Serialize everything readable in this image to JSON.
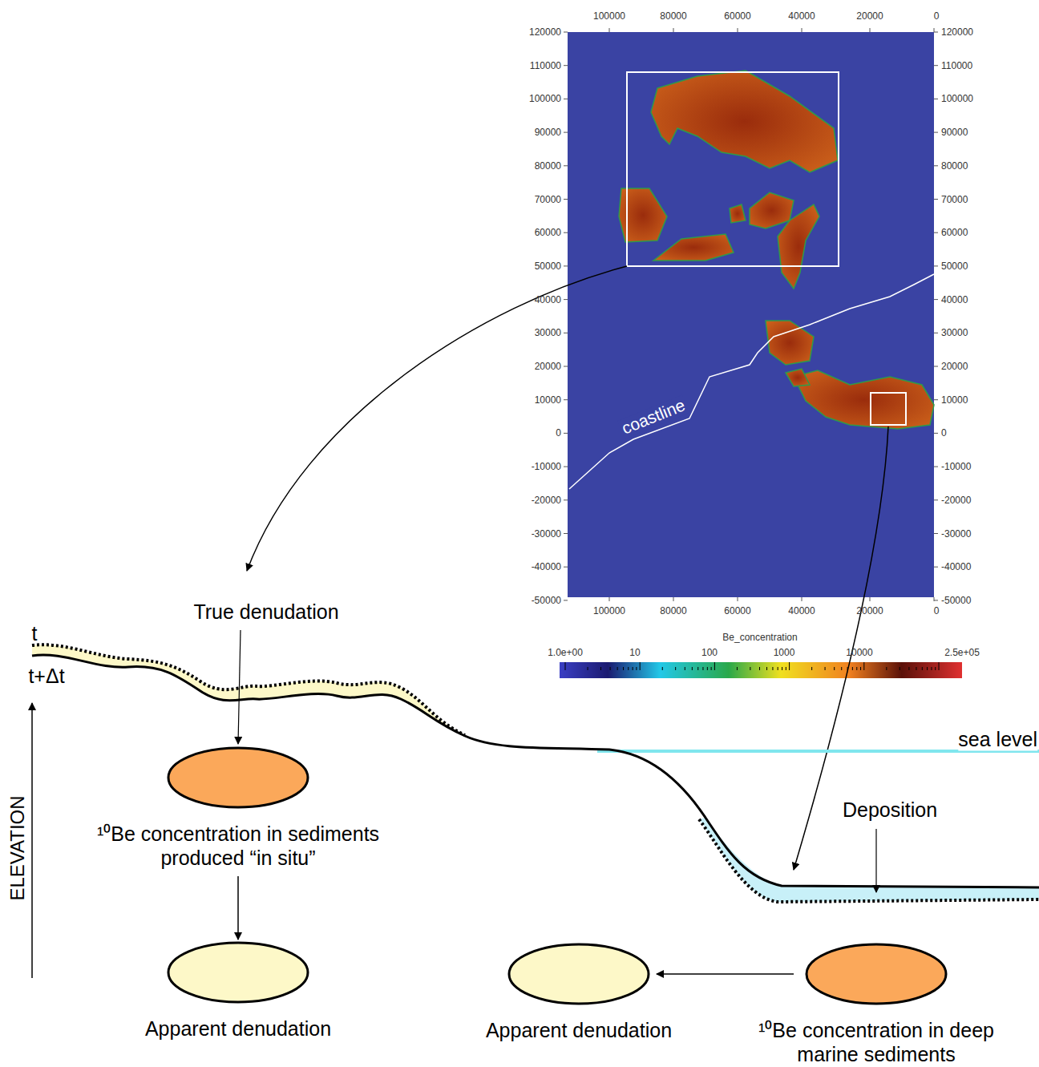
{
  "diagram": {
    "nodes": [
      {
        "text": [
          "¹⁰Be concentration in sediments produced “in situ”"
        ]
      },
      {
        "text": [
          "Apparent denudation"
        ]
      },
      {
        "text": [
          "Apparent denudation"
        ]
      },
      {
        "text": [
          "¹⁰Be concentration in deep marine sediments"
        ]
      }
    ],
    "edges": [
      {
        "from": 0,
        "to": 1,
        "arrow": "to"
      },
      {
        "from": 3,
        "to": 2,
        "arrow": "to"
      }
    ],
    "labels": [
      "100000",
      "80000",
      "60000",
      "40000",
      "20000",
      "0",
      "120000",
      "110000",
      "100000",
      "90000",
      "80000",
      "70000",
      "60000",
      "50000",
      "40000",
      "30000",
      "20000",
      "10000",
      "0",
      "-10000",
      "-20000",
      "-30000",
      "-40000",
      "-50000",
      "120000",
      "110000",
      "100000",
      "90000",
      "80000",
      "70000",
      "60000",
      "50000",
      "40000",
      "30000",
      "20000",
      "10000",
      "0",
      "-10000",
      "-20000",
      "-30000",
      "-40000",
      "-50000",
      "100000",
      "80000",
      "60000",
      "40000",
      "20000",
      "0",
      "coastline",
      "Be_concentration",
      "1.0e+00",
      "10",
      "100",
      "1000",
      "10000",
      "2.5e+05",
      "True denudation",
      "t",
      "t+Δt",
      "sea level",
      "Deposition",
      "ELEVATION"
    ]
  }
}
